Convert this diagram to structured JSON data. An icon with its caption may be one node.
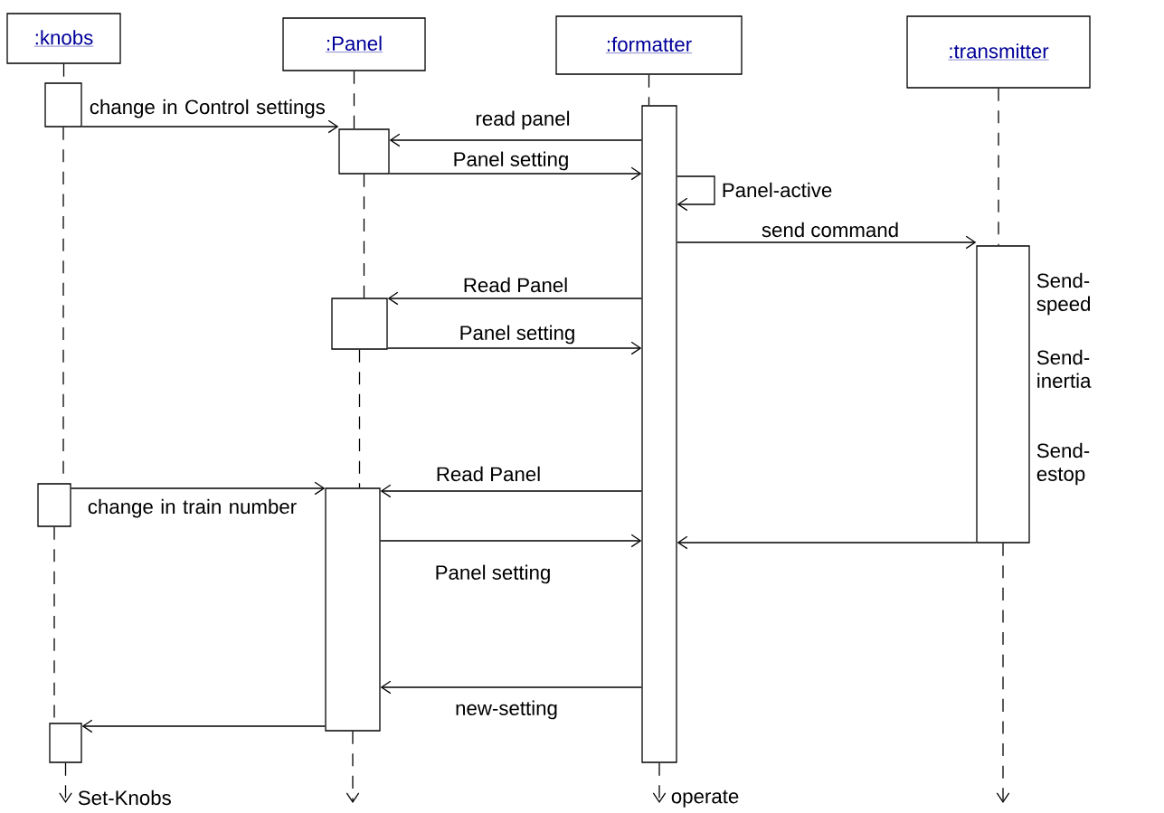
{
  "diagram": {
    "nodes": [
      {
        "text": [
          ":knobs"
        ]
      },
      {
        "text": [
          ":Panel"
        ]
      },
      {
        "text": [
          ":formatter"
        ]
      },
      {
        "text": [
          ":transmitter"
        ]
      },
      {
        "text": [],
        "shape": "bar"
      },
      {
        "text": [],
        "shape": "bar"
      },
      {
        "text": [],
        "shape": "bar",
        "beside": [
          "operate"
        ]
      },
      {
        "text": [],
        "shape": "bar",
        "beside": [
          "Send-speed",
          "Send-inertia",
          "Send-estop"
        ]
      },
      {
        "text": [],
        "shape": "bar"
      },
      {
        "text": [],
        "shape": "bar"
      },
      {
        "text": [],
        "shape": "bar"
      },
      {
        "text": [],
        "shape": "bar",
        "beside": [
          "Set-Knobs"
        ]
      }
    ],
    "edges": [
      {
        "from": 4,
        "to": 5,
        "arrow": "to",
        "label": "change in Control settings"
      },
      {
        "from": 6,
        "to": 5,
        "arrow": "to",
        "label": "read panel"
      },
      {
        "from": 5,
        "to": 6,
        "arrow": "to",
        "label": "Panel setting"
      },
      {
        "from": 6,
        "to": 6,
        "arrow": "to",
        "label": "Panel-active"
      },
      {
        "from": 6,
        "to": 7,
        "arrow": "to",
        "label": "send command"
      },
      {
        "from": 6,
        "to": 8,
        "arrow": "to",
        "label": "Read Panel"
      },
      {
        "from": 8,
        "to": 6,
        "arrow": "to",
        "label": "Panel setting"
      },
      {
        "from": 9,
        "to": 10,
        "arrow": "to",
        "label": "change in train number"
      },
      {
        "from": 6,
        "to": 10,
        "arrow": "to",
        "label": "Read Panel"
      },
      {
        "from": 10,
        "to": 6,
        "arrow": "to",
        "label": "Panel setting"
      },
      {
        "from": 7,
        "to": 6,
        "arrow": "to"
      },
      {
        "from": 6,
        "to": 10,
        "arrow": "to",
        "label": "new-setting"
      },
      {
        "from": 10,
        "to": 11,
        "arrow": "to"
      },
      {
        "from": 0,
        "to": 4,
        "arrow": "none",
        "style": "dashed"
      },
      {
        "from": 4,
        "to": 9,
        "arrow": "none",
        "style": "dashed"
      },
      {
        "from": 9,
        "to": 11,
        "arrow": "none",
        "style": "dashed"
      },
      {
        "from": 11,
        "to": null,
        "arrow": "to",
        "style": "dashed"
      },
      {
        "from": 1,
        "to": 5,
        "arrow": "none",
        "style": "dashed"
      },
      {
        "from": 5,
        "to": 8,
        "arrow": "none",
        "style": "dashed"
      },
      {
        "from": 8,
        "to": 10,
        "arrow": "none",
        "style": "dashed"
      },
      {
        "from": 10,
        "to": null,
        "arrow": "to",
        "style": "dashed"
      },
      {
        "from": 2,
        "to": 6,
        "arrow": "none",
        "style": "dashed"
      },
      {
        "from": 6,
        "to": null,
        "arrow": "to",
        "style": "dashed"
      },
      {
        "from": 3,
        "to": 7,
        "arrow": "none",
        "style": "dashed"
      },
      {
        "from": 7,
        "to": null,
        "arrow": "to",
        "style": "dashed"
      }
    ]
  }
}
